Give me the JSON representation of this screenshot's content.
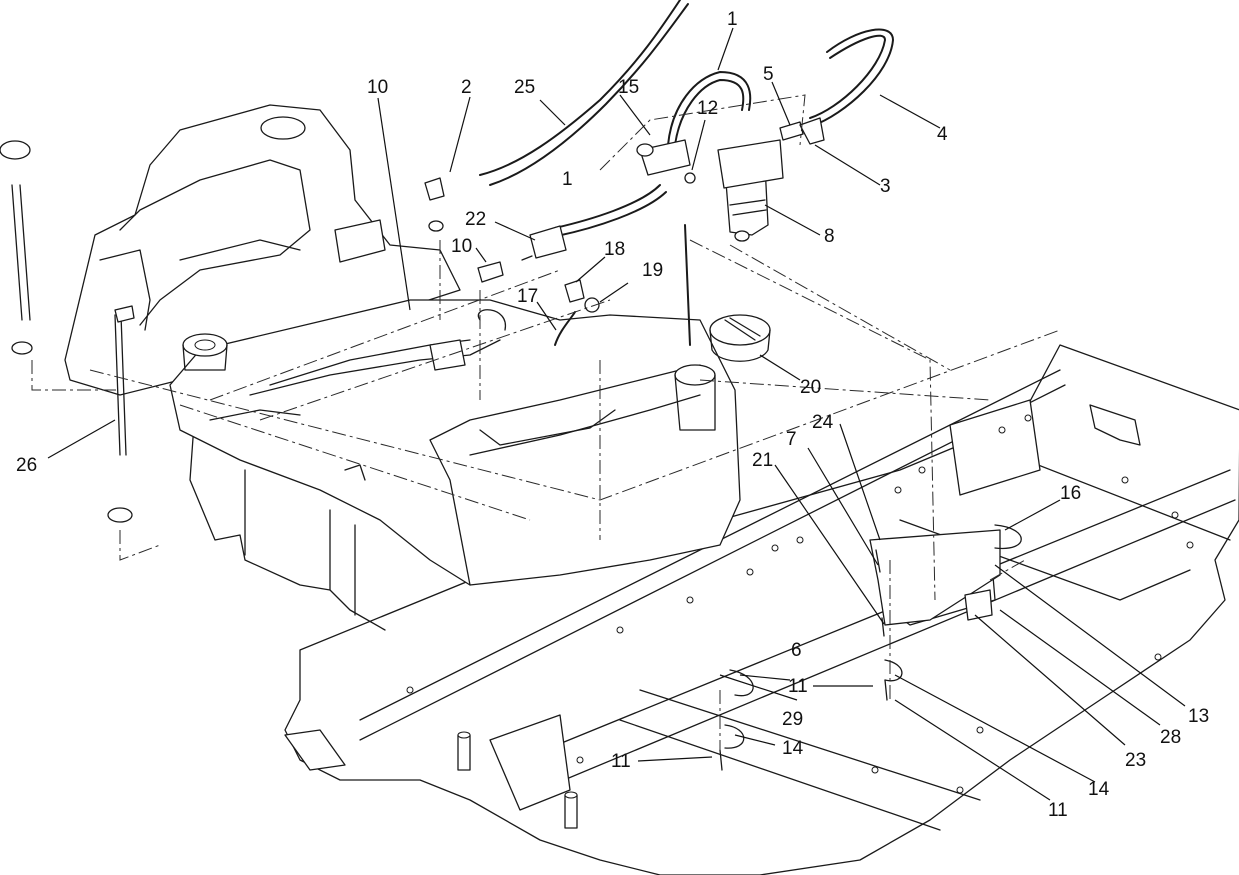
{
  "callouts": {
    "c1a": "1",
    "c1b": "1",
    "c2": "2",
    "c3": "3",
    "c4": "4",
    "c5": "5",
    "c6": "6",
    "c7": "7",
    "c8": "8",
    "c10a": "10",
    "c10b": "10",
    "c11a": "11",
    "c11b": "11",
    "c11c": "11",
    "c12": "12",
    "c13": "13",
    "c14a": "14",
    "c14b": "14",
    "c15": "15",
    "c16": "16",
    "c17": "17",
    "c18": "18",
    "c19": "19",
    "c20": "20",
    "c21": "21",
    "c22": "22",
    "c23": "23",
    "c24": "24",
    "c25": "25",
    "c26": "26",
    "c28": "28",
    "c29": "29"
  }
}
